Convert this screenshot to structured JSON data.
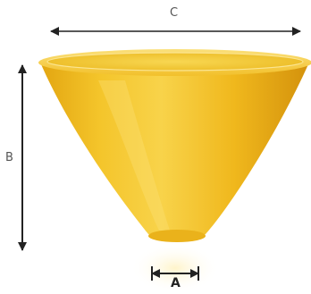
{
  "dimensions": {
    "top_diameter_label": "C",
    "height_label": "B",
    "bottom_diameter_label": "A"
  },
  "colors": {
    "funnel_body": "#f0b81d",
    "funnel_highlight": "#f7d447",
    "funnel_shadow": "#d99a10",
    "rim": "#f6cf3a",
    "dimension_line": "#222222",
    "label_text": "#555555"
  },
  "icons": {
    "top_arrow": "double-arrow-horizontal",
    "side_arrow": "double-arrow-vertical",
    "bottom_arrow": "double-arrow-horizontal"
  }
}
